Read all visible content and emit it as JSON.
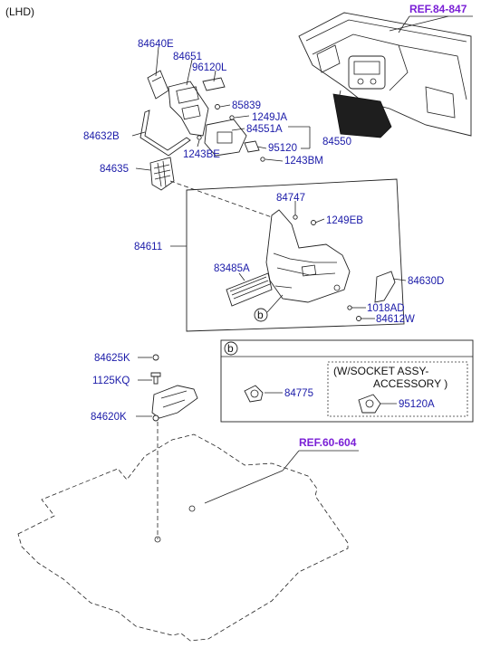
{
  "header": {
    "variant": "(LHD)"
  },
  "refs": {
    "dashboard": "REF.84-847",
    "floor": "REF.60-604"
  },
  "parts": {
    "p84640E": "84640E",
    "p84651": "84651",
    "p96120L": "96120L",
    "p85839": "85839",
    "p1249JA": "1249JA",
    "p84551A": "84551A",
    "p84550": "84550",
    "p95120": "95120",
    "p1243BM": "1243BM",
    "p84632B": "84632B",
    "p1243BE": "1243BE",
    "p84635": "84635",
    "p84747": "84747",
    "p1249EB": "1249EB",
    "p84611": "84611",
    "p83485A": "83485A",
    "p84630D": "84630D",
    "p1018AD": "1018AD",
    "p84612W": "84612W",
    "p84625K": "84625K",
    "p1125KQ": "1125KQ",
    "p84620K": "84620K",
    "p84775": "84775",
    "p95120A": "95120A"
  },
  "callout": {
    "b_marker": "b",
    "detail_marker": "b"
  },
  "detail": {
    "line1": "(W/SOCKET ASSY-",
    "line2": "ACCESSORY )"
  }
}
